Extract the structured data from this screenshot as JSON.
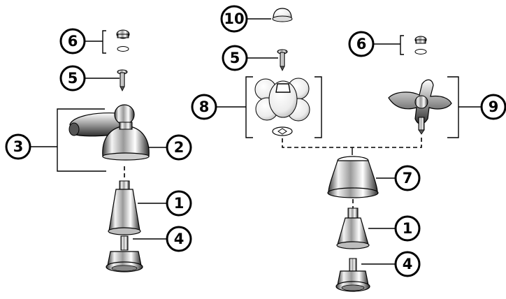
{
  "callouts": {
    "left_3": "3",
    "left_2": "2",
    "left_1": "1",
    "left_4": "4",
    "left_5": "5",
    "left_6": "6",
    "top_10": "10",
    "mid_5": "5",
    "mid_8": "8",
    "right_6": "6",
    "right_9": "9",
    "right_7": "7",
    "right_1": "1",
    "right_4": "4"
  },
  "colors": {
    "ink": "#000000",
    "chrome_light": "#f2f2f2",
    "chrome_mid": "#bdbdbd",
    "chrome_dark": "#4a4a4a",
    "porcelain": "#f7f7f7",
    "porcelain_shade": "#d6d6d6"
  }
}
